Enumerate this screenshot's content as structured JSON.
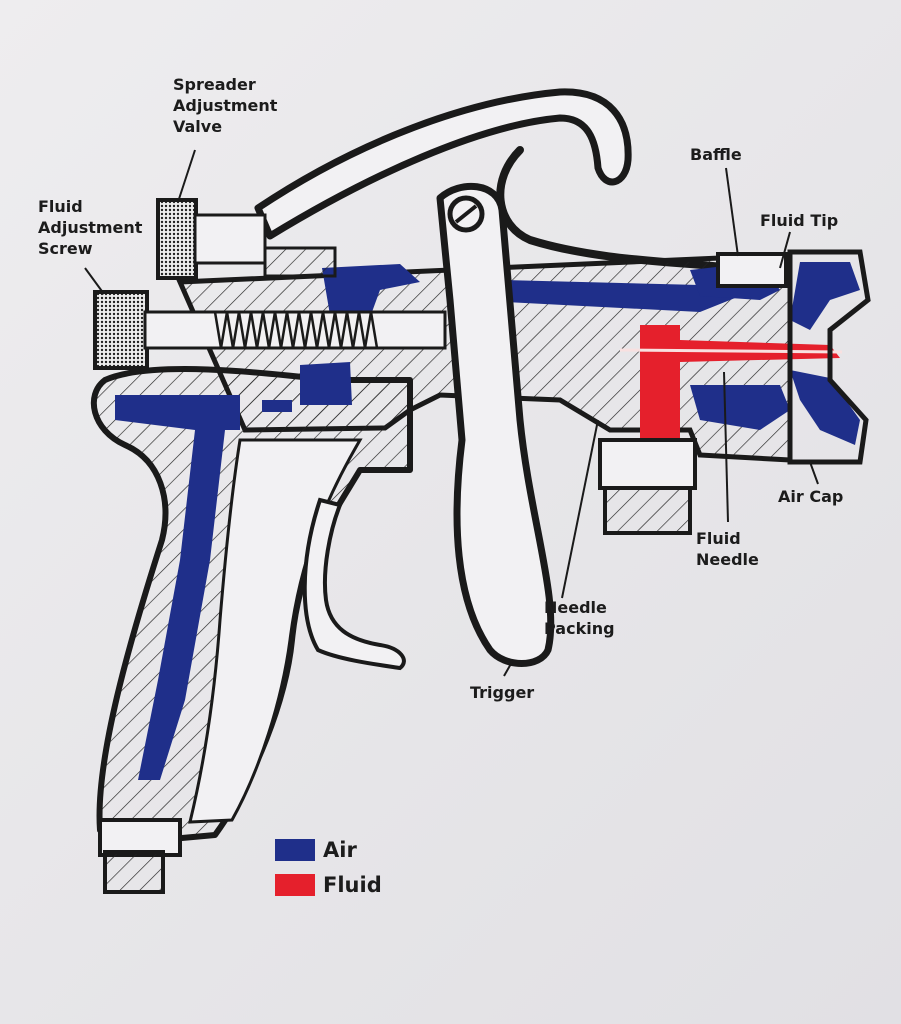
{
  "colors": {
    "air": "#1f2f8a",
    "fluid": "#e5202c",
    "outline": "#1a1a1a",
    "body": "#f2f1f3"
  },
  "labels": {
    "spreader_adjustment_valve": [
      "Spreader",
      "Adjustment",
      "Valve"
    ],
    "fluid_adjustment_screw": [
      "Fluid",
      "Adjustment",
      "Screw"
    ],
    "baffle": "Baffle",
    "fluid_tip": "Fluid Tip",
    "air_cap": "Air Cap",
    "fluid_needle": [
      "Fluid",
      "Needle"
    ],
    "needle_packing": [
      "Needle",
      "Packing"
    ],
    "trigger": "Trigger"
  },
  "legend": {
    "air": "Air",
    "fluid": "Fluid"
  }
}
